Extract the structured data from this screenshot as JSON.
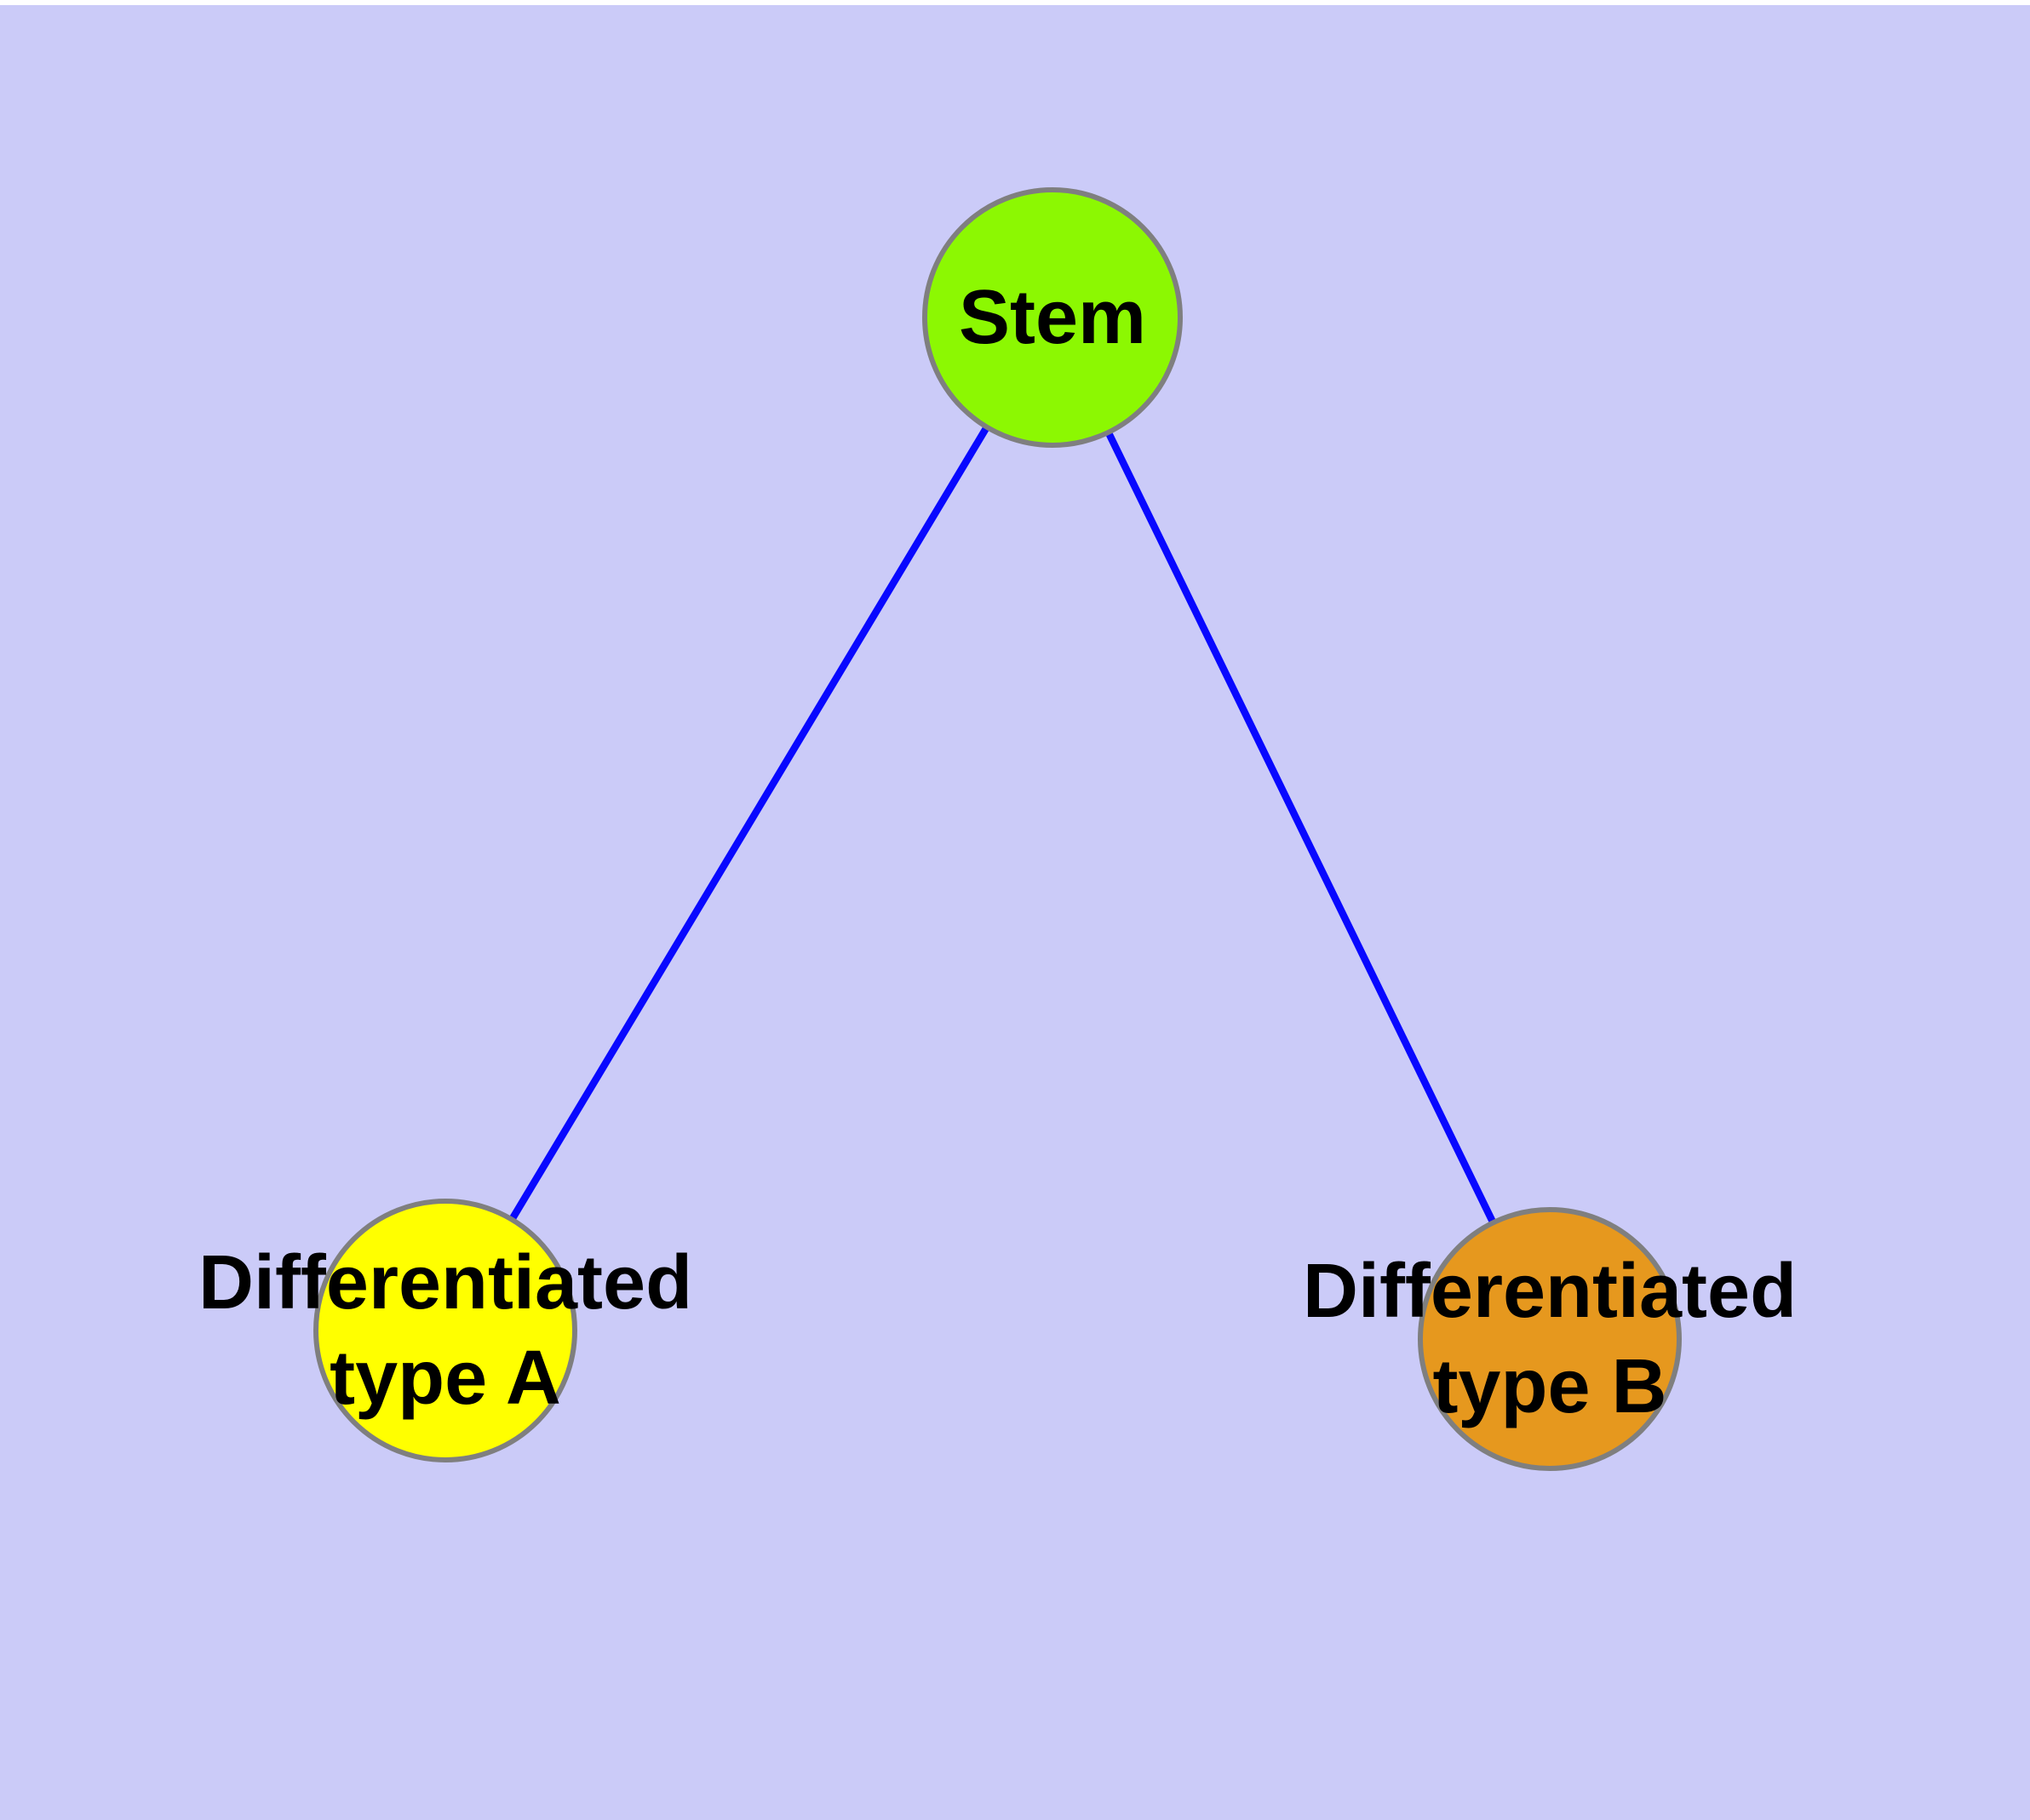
{
  "background": {
    "page_margin": "#ffffff",
    "canvas": "#cbcbf8"
  },
  "diagram": {
    "title": "",
    "type": "node-link-graph",
    "nodes": [
      {
        "id": "stem",
        "lines": [
          "Stem"
        ],
        "label": "Stem",
        "shape": "circle",
        "fill": "#8cf802",
        "border": "#7f7f7f",
        "text_color": "#000000"
      },
      {
        "id": "differentiated-type-a",
        "lines": [
          "Differentiated",
          "type A"
        ],
        "label": "Differentiated type A",
        "shape": "circle",
        "fill": "#ffff00",
        "border": "#7f7f7f",
        "text_color": "#000000"
      },
      {
        "id": "differentiated-type-b",
        "lines": [
          "Differentiated",
          "type B"
        ],
        "label": "Differentiated type B",
        "shape": "circle",
        "fill": "#e6981e",
        "border": "#7f7f7f",
        "text_color": "#000000"
      }
    ],
    "edges": [
      {
        "from": "stem",
        "to": "differentiated-type-a",
        "color": "#0808ff",
        "style": "solid"
      },
      {
        "from": "stem",
        "to": "differentiated-type-b",
        "color": "#0808ff",
        "style": "solid"
      }
    ]
  }
}
